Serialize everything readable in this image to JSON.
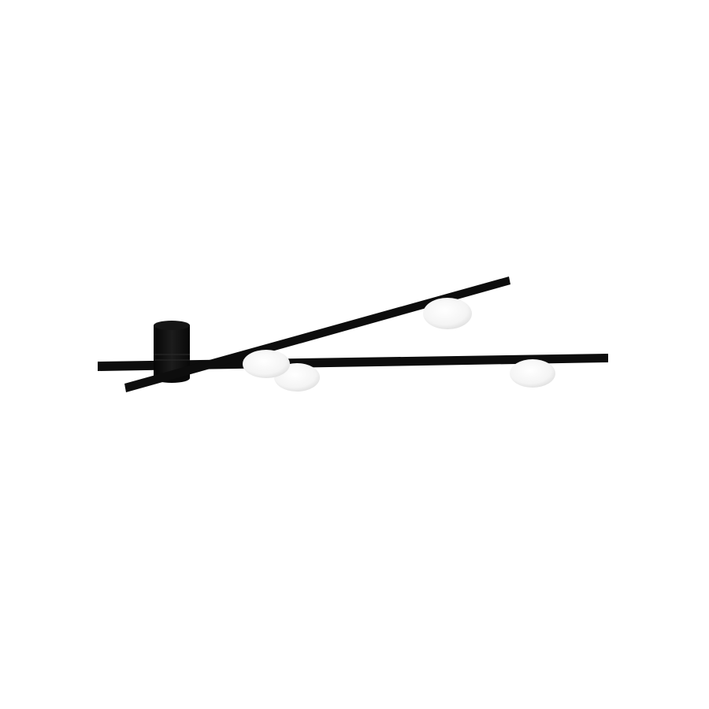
{
  "image": {
    "subject": "ceiling-light-fixture",
    "colors": {
      "background": "#ffffff",
      "metal": "#0d0d0d",
      "metal_highlight": "#1e1e1e",
      "globe": "#f7f7f7",
      "globe_shade": "#e2e2e2"
    },
    "globe_count": 4,
    "bar_count": 2
  }
}
